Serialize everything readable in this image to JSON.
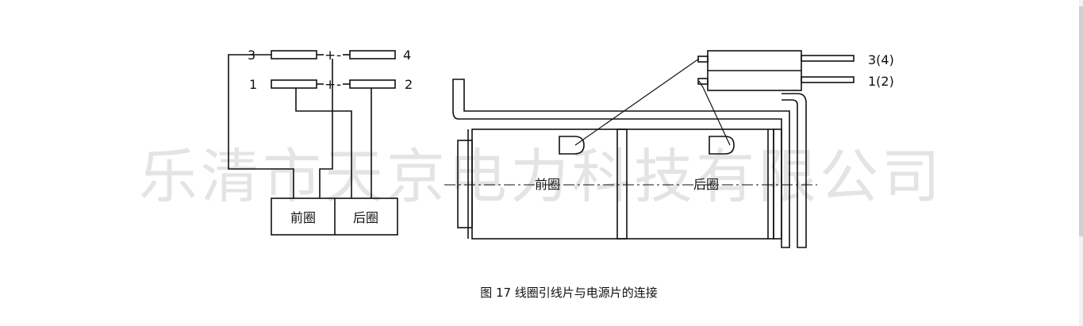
{
  "watermark": "乐清市天京电力科技有限公司",
  "left_diagram": {
    "terminals": {
      "t3": "3",
      "t4": "4",
      "t1": "1",
      "t2": "2"
    },
    "plus_top": "+",
    "minus_top": "-",
    "plus_bottom": "+",
    "minus_bottom": "-",
    "box_front": "前圈",
    "box_rear": "后圈"
  },
  "right_diagram": {
    "coil_front": "前圈",
    "coil_rear": "后圈",
    "lead_top": "3(4)",
    "lead_bottom": "1(2)"
  },
  "caption": "图 17  线圈引线片与电源片的连接",
  "colors": {
    "line": "#111111",
    "watermark": "#e4e4e4",
    "background": "#ffffff"
  }
}
